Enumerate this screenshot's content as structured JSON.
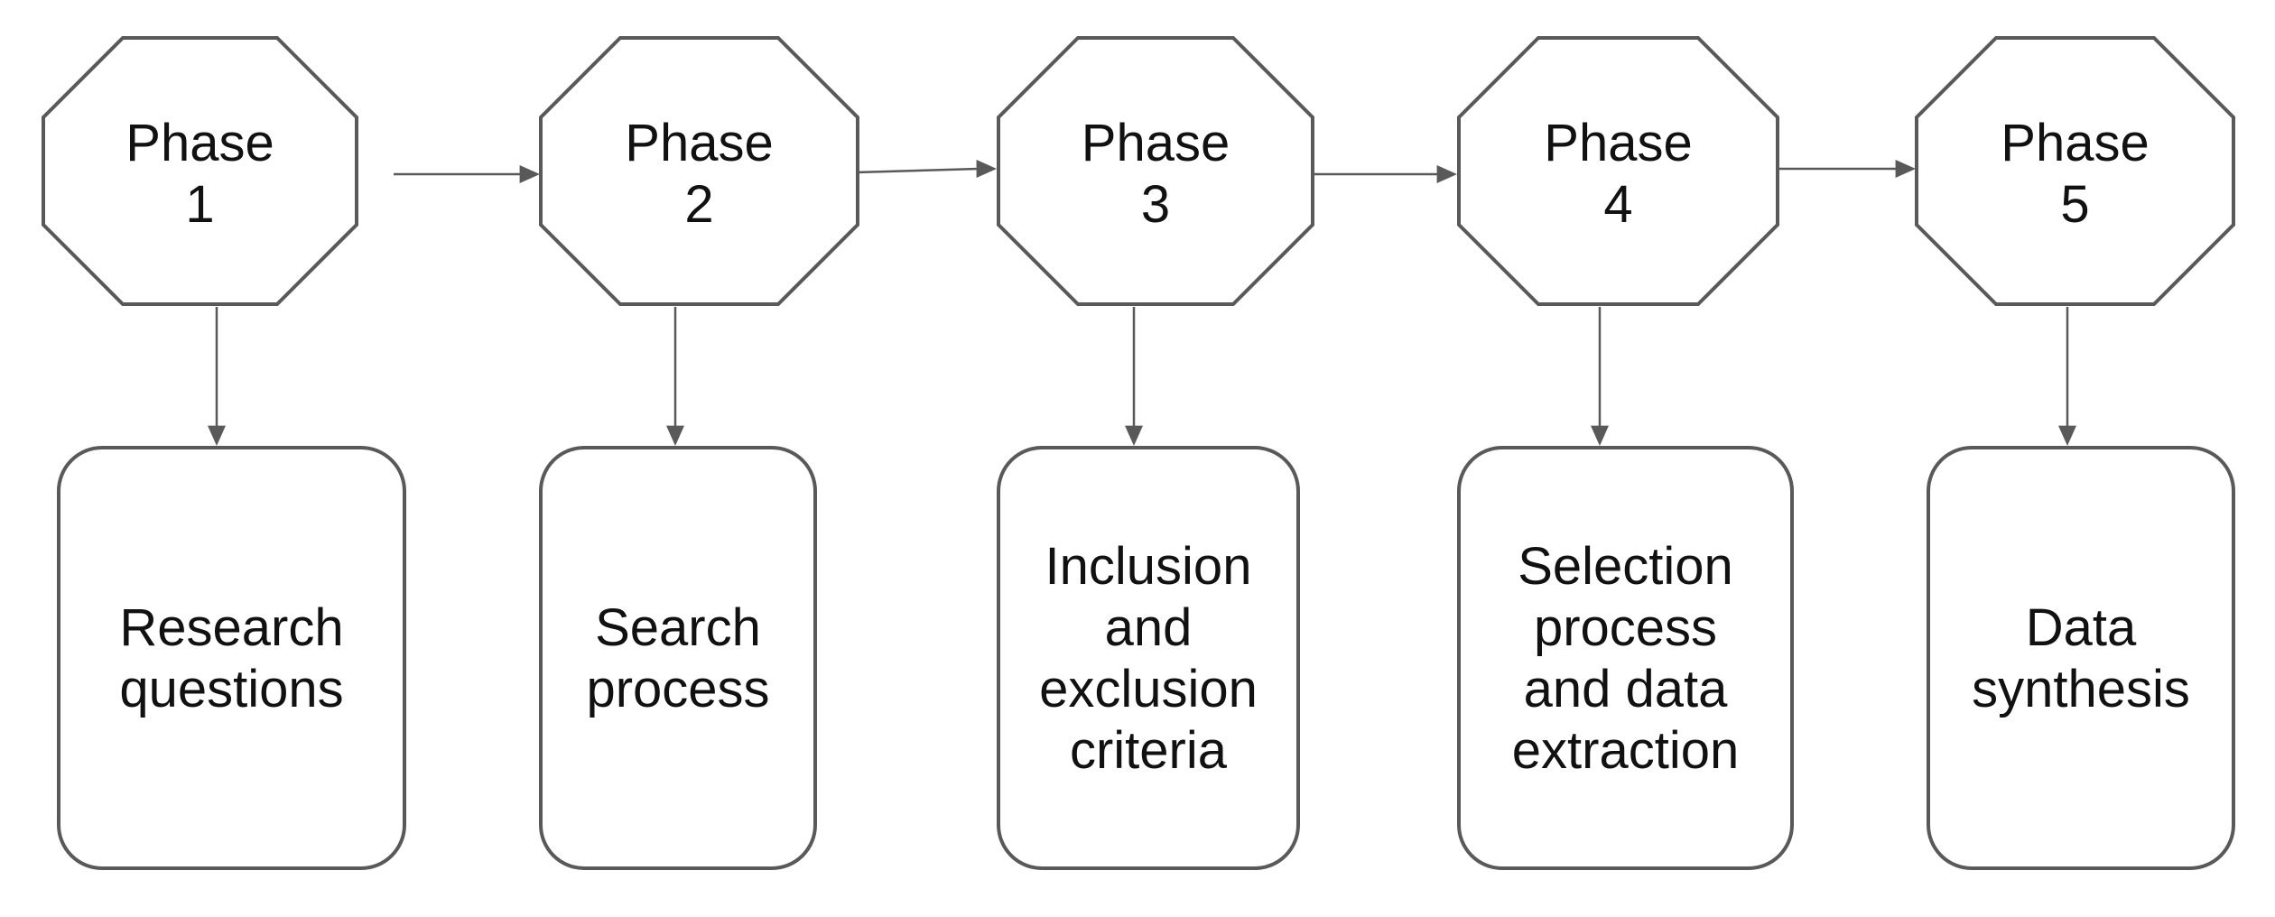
{
  "diagram": {
    "phases": [
      {
        "title": "Phase",
        "number": "1",
        "step_lines": [
          "Research",
          "questions"
        ]
      },
      {
        "title": "Phase",
        "number": "2",
        "step_lines": [
          "Search",
          "process"
        ]
      },
      {
        "title": "Phase",
        "number": "3",
        "step_lines": [
          "Inclusion",
          "and",
          "exclusion",
          "criteria"
        ]
      },
      {
        "title": "Phase",
        "number": "4",
        "step_lines": [
          "Selection",
          "process",
          "and data",
          "extraction"
        ]
      },
      {
        "title": "Phase",
        "number": "5",
        "step_lines": [
          "Data",
          "synthesis"
        ]
      }
    ],
    "colors": {
      "stroke": "#595959",
      "text": "#111111",
      "background": "#ffffff"
    }
  }
}
